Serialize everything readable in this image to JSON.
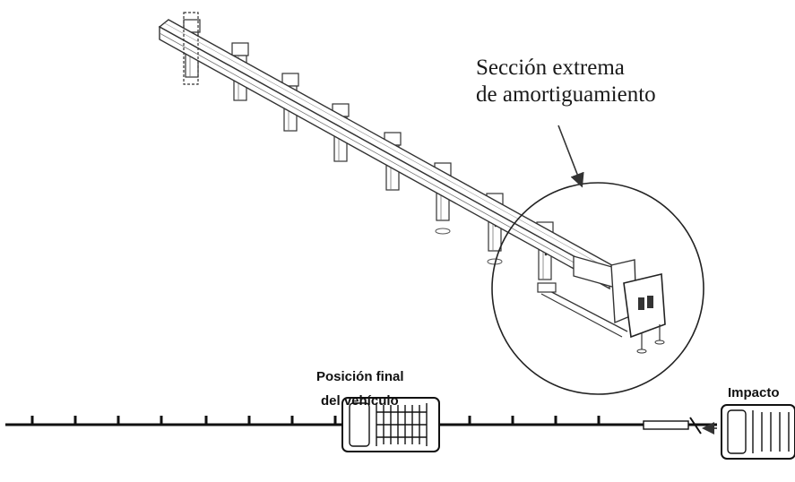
{
  "callout": {
    "line1": "Sección extrema",
    "line2": "de amortiguamiento"
  },
  "plan": {
    "final_position_line1": "Posición final",
    "final_position_line2": "del vehículo",
    "impact_label": "Impacto"
  }
}
